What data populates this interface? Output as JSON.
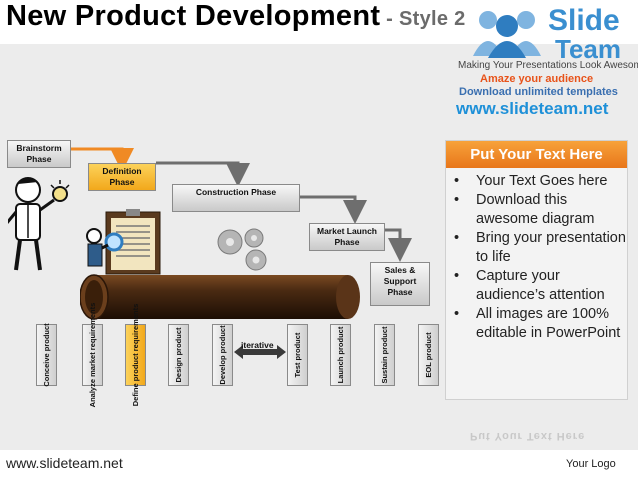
{
  "title": {
    "main": "New Product Development",
    "suffix": " - Style 2"
  },
  "logo": {
    "line1": "Slide",
    "line2": "Team",
    "tagline": "Making Your Presentations Look Awesome"
  },
  "promo": {
    "line1": "Amaze your audience",
    "line2": "Download unlimited templates",
    "url": "www.slideteam.net"
  },
  "phases": [
    {
      "label": "Brainstorm Phase"
    },
    {
      "label": "Definition Phase"
    },
    {
      "label": "Construction Phase"
    },
    {
      "label": "Market Launch Phase"
    },
    {
      "label": "Sales & Support Phase"
    }
  ],
  "steps": [
    {
      "label": "Conceive product",
      "highlight": false
    },
    {
      "label": "Analyze market requirements",
      "highlight": false
    },
    {
      "label": "Define product requirements",
      "highlight": true
    },
    {
      "label": "Design product",
      "highlight": false
    },
    {
      "label": "Develop product",
      "highlight": false
    },
    {
      "label": "Test product",
      "highlight": false
    },
    {
      "label": "Launch product",
      "highlight": false
    },
    {
      "label": "Sustain product",
      "highlight": false
    },
    {
      "label": "EOL product",
      "highlight": false
    }
  ],
  "iterative_label": "iterative",
  "panel": {
    "heading": "Put Your Text Here",
    "bullets": [
      "Your Text Goes here",
      "Download this awesome diagram",
      "Bring your presentation to life",
      "Capture your audience’s attention",
      "All images are 100% editable in PowerPoint"
    ]
  },
  "footer": {
    "url": "www.slideteam.net",
    "logo_placeholder": "Your Logo"
  },
  "colors": {
    "accent": "#f08a24",
    "highlight": "#f2a81b",
    "brand": "#3a8fd0",
    "pipe": "#4a2a12"
  }
}
